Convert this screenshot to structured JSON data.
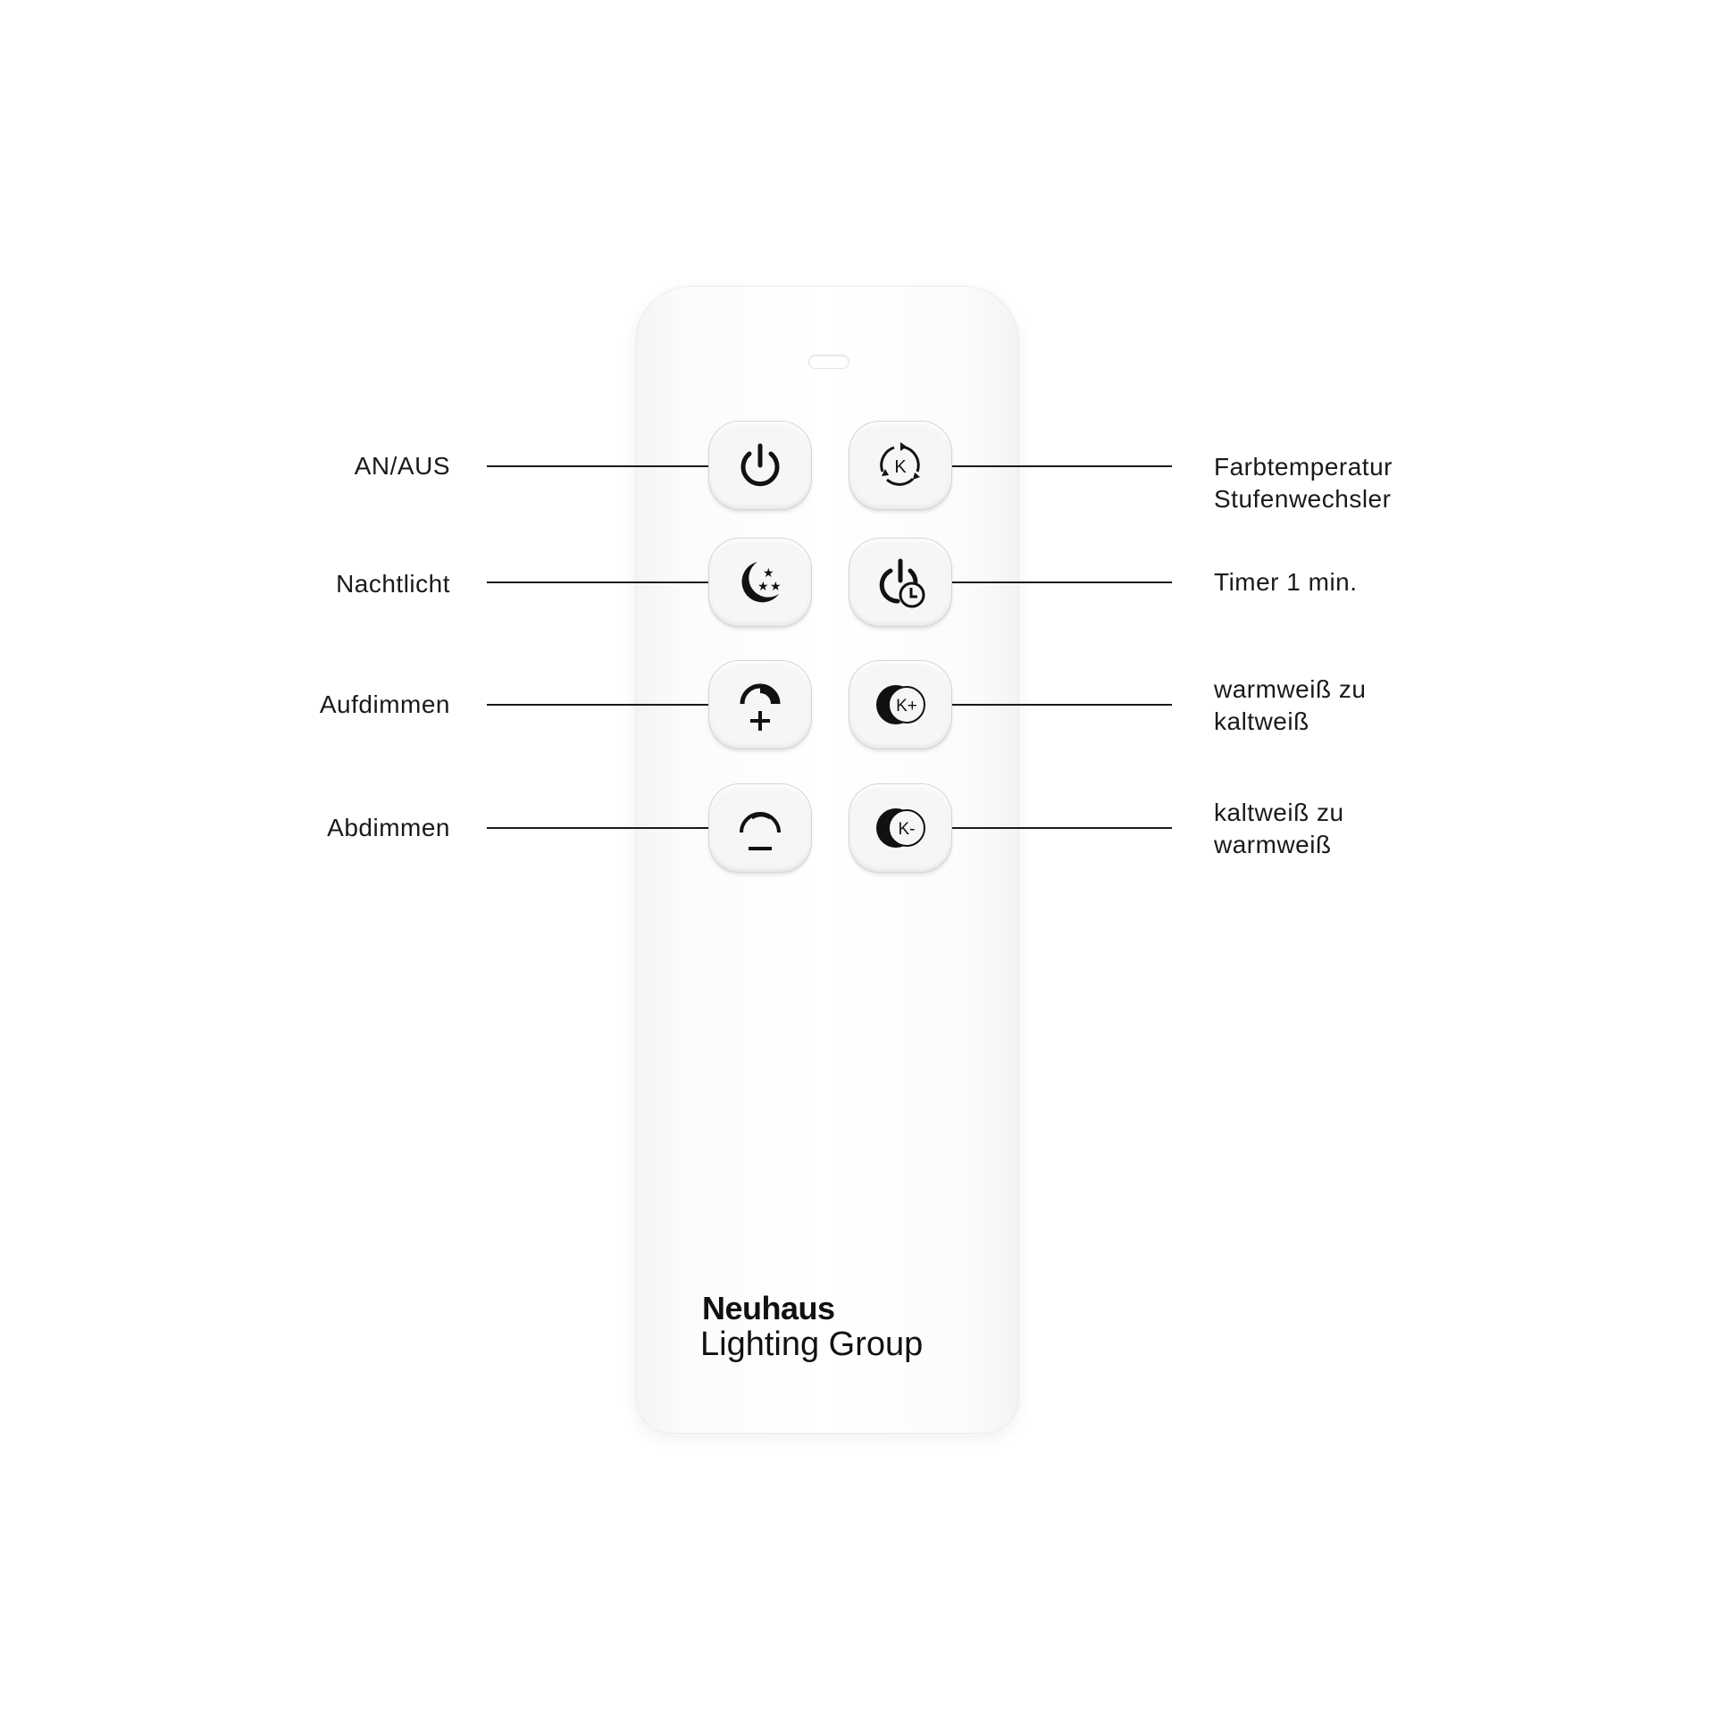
{
  "labels": {
    "on_off": "AN/AUS",
    "night_light": "Nachtlicht",
    "dim_up": "Aufdimmen",
    "dim_down": "Abdimmen",
    "color_temp_line1": "Farbtemperatur",
    "color_temp_line2": "Stufenwechsler",
    "timer": "Timer 1 min.",
    "warm_to_cold_line1": "warmweiß zu",
    "warm_to_cold_line2": "kaltweiß",
    "cold_to_warm_line1": "kaltweiß zu",
    "cold_to_warm_line2": "warmweiß"
  },
  "buttons": {
    "cycle_k": "K",
    "k_plus": "K+",
    "k_minus": "K-"
  },
  "brand": {
    "name": "Neuhaus",
    "subtitle": "Lighting Group"
  },
  "icons": [
    "power-icon",
    "k-cycle-icon",
    "moon-stars-icon",
    "timer-icon",
    "dim-up-icon",
    "k-plus-icon",
    "dim-down-icon",
    "k-minus-icon"
  ]
}
